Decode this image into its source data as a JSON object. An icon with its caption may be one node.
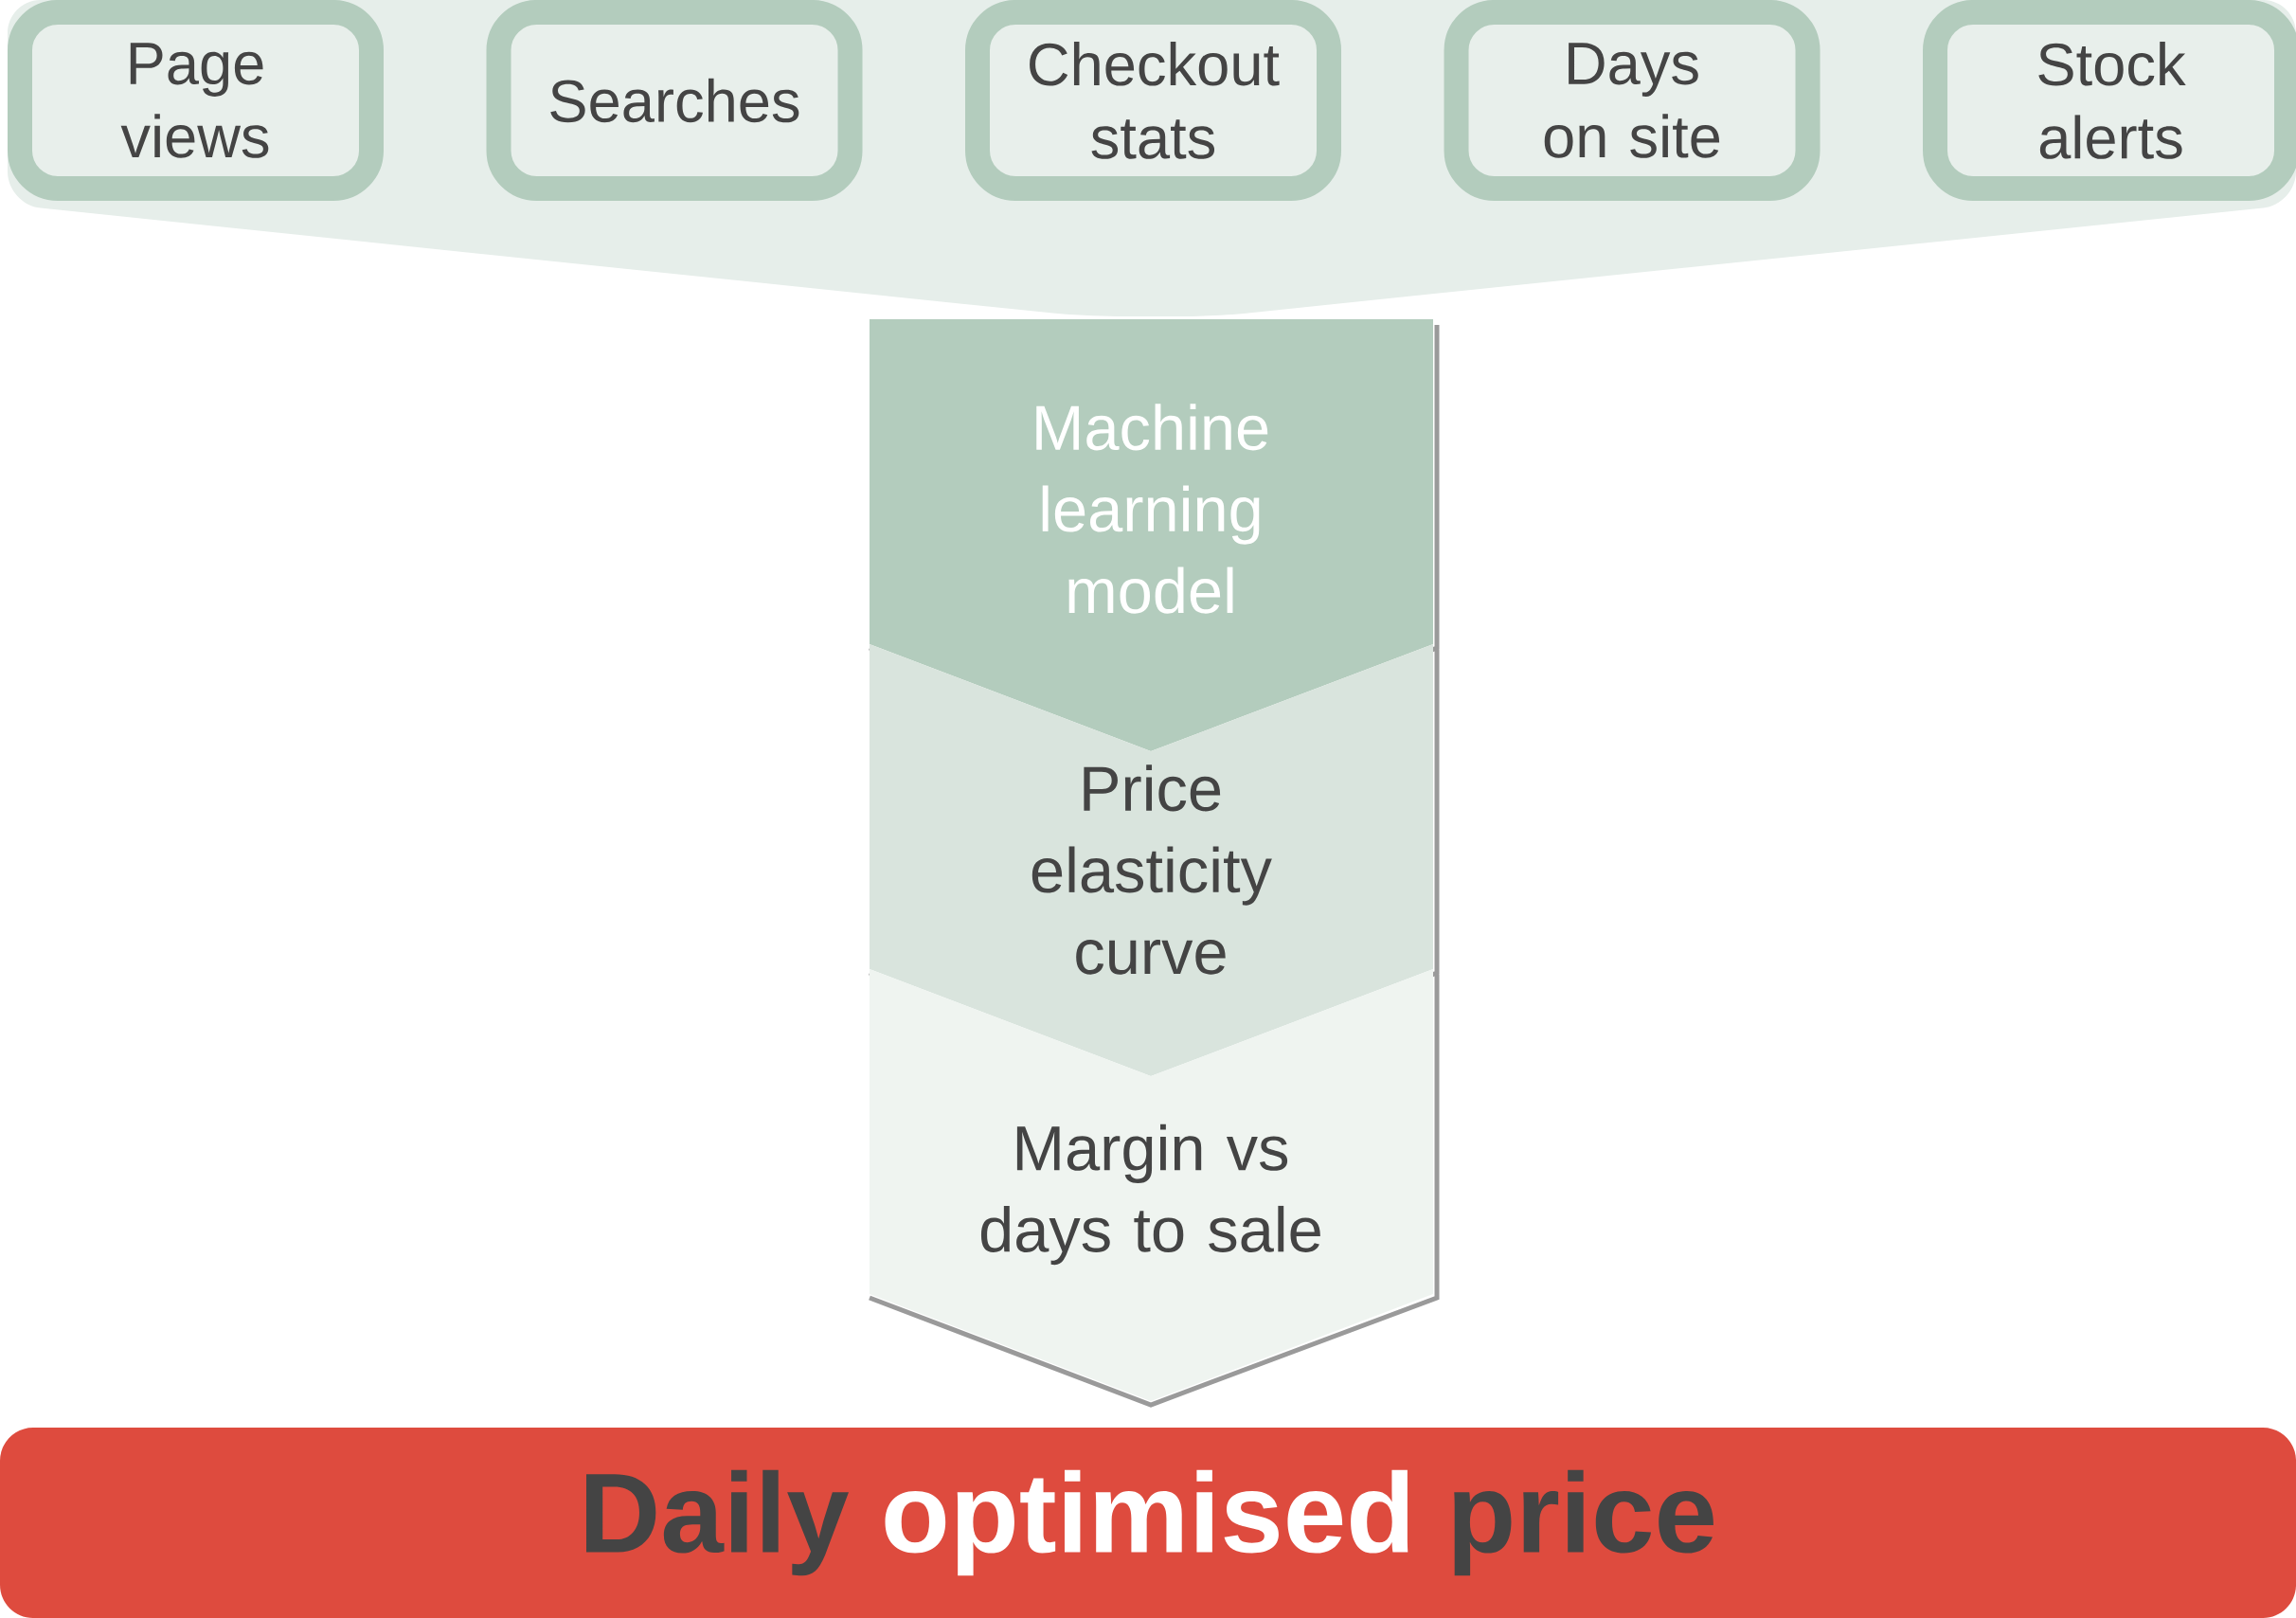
{
  "diagram": {
    "nodes": [
      {
        "text": [],
        "shape": "box"
      },
      {
        "text": [
          "Page views"
        ],
        "in": 0
      },
      {
        "text": [
          "Searches"
        ],
        "in": 0
      },
      {
        "text": [
          "Checkout stats"
        ],
        "in": 0
      },
      {
        "text": [
          "Days on site"
        ],
        "in": 0
      },
      {
        "text": [
          "Stock alerts"
        ],
        "in": 0
      },
      {
        "text": [
          "Machine learning model"
        ]
      },
      {
        "text": [
          "Price elasticity curve"
        ]
      },
      {
        "text": [
          "Margin vs days to sale"
        ]
      },
      {
        "text": [
          "Daily",
          "optimised",
          "price"
        ]
      }
    ]
  }
}
